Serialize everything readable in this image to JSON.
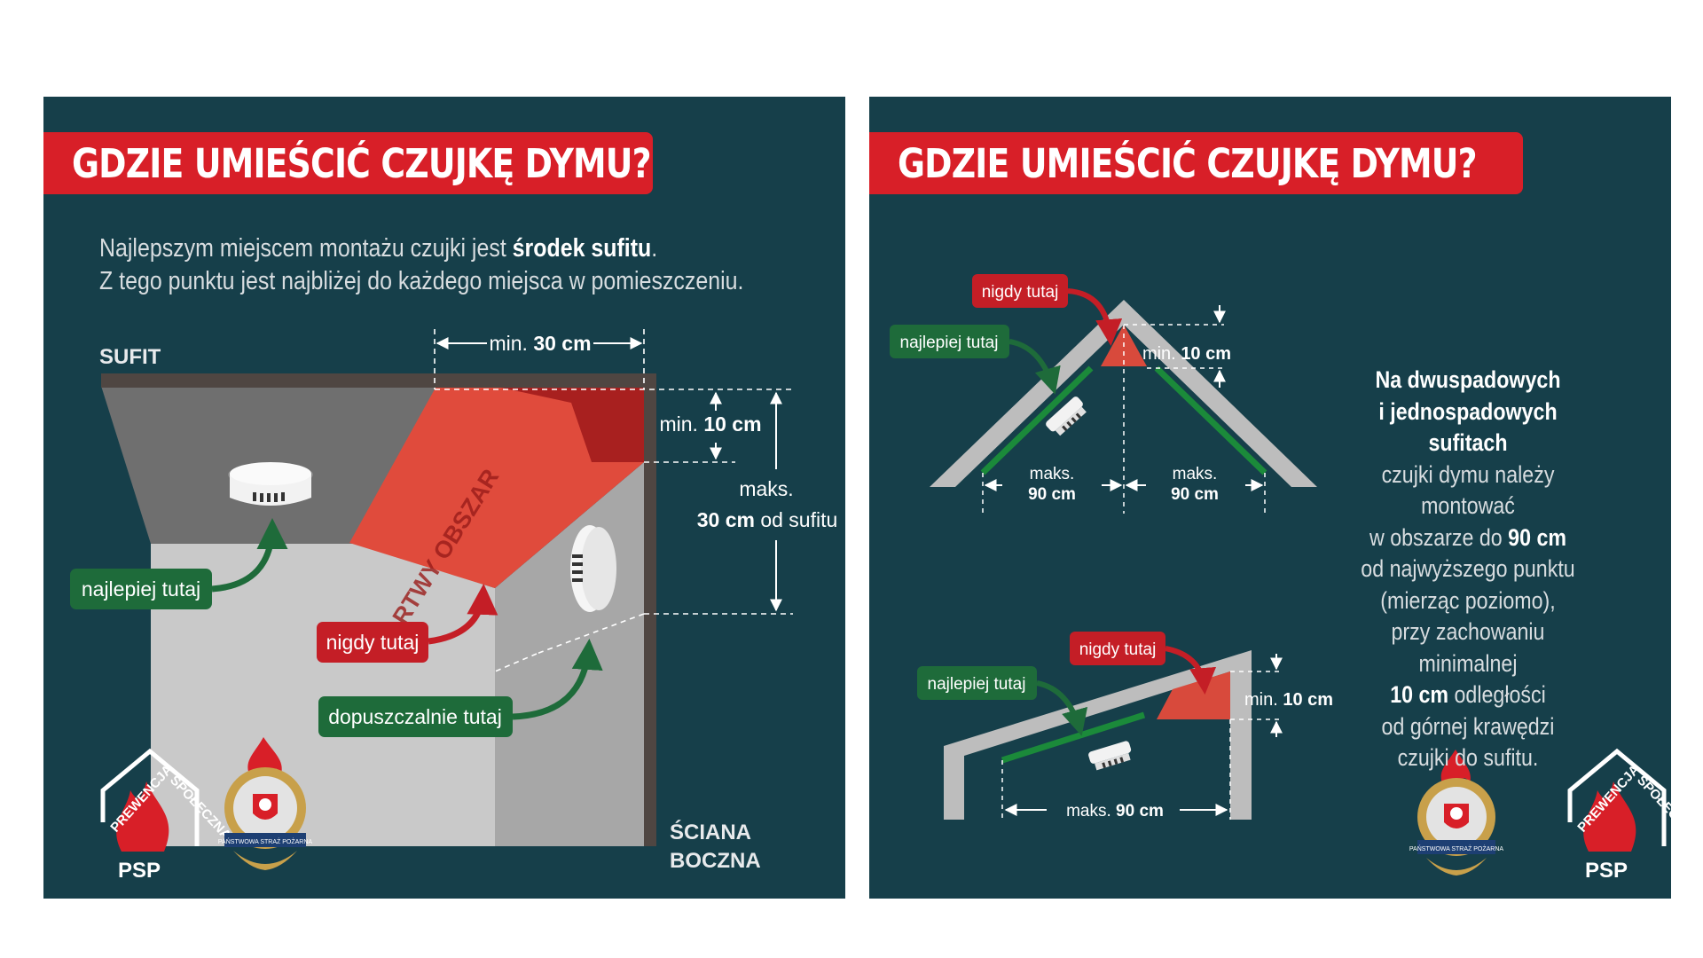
{
  "left": {
    "title": "GDZIE UMIEŚCIĆ CZUJKĘ DYMU?",
    "intro": {
      "line1_pre": "Najlepszym miejscem montażu czujki jest ",
      "line1_bold": "środek sufitu",
      "line1_post": ".",
      "line2": "Z tego punktu jest najbliżej do każdego miejsca w pomieszczeniu."
    },
    "ceiling_label": "SUFIT",
    "wall_label_1": "ŚCIANA",
    "wall_label_2": "BOCZNA",
    "dead_zone_label": "MARTWY OBSZAR",
    "dim_top_prefix": "min.",
    "dim_top_value": "30 cm",
    "dim_small_prefix": "min.",
    "dim_small_value": "10 cm",
    "dim_max_line1": "maks.",
    "dim_max_value": "30 cm",
    "dim_max_suffix": "od sufitu",
    "tag_best": "najlepiej tutaj",
    "tag_never": "nigdy tutaj",
    "tag_allowed": "dopuszczalnie tutaj",
    "logo_prewencja": "PREWENCJA",
    "logo_spoleczna": "SPOŁECZNA",
    "logo_psp": "PSP",
    "emblem_text": "PAŃSTWOWA STRAŻ POŻARNA"
  },
  "right": {
    "title": "GDZIE UMIEŚCIĆ CZUJKĘ DYMU?",
    "tag_never": "nigdy tutaj",
    "tag_best": "najlepiej tutaj",
    "dim_min_prefix": "min.",
    "dim_min_value": "10 cm",
    "dim_maks": "maks.",
    "dim_90": "90 cm",
    "text": {
      "l1": "Na dwuspadowych",
      "l2": "i jednospadowych sufitach",
      "l3": "czujki dymu należy montować",
      "l4_pre": "w obszarze do ",
      "l4_bold": "90 cm",
      "l5": "od najwyższego punktu",
      "l6": "(mierząc poziomo),",
      "l7": "przy zachowaniu minimalnej",
      "l8_bold": "10 cm",
      "l8_post": " odległości",
      "l9": "od górnej krawędzi",
      "l10": "czujki do sufitu."
    },
    "logo_prewencja": "PREWENCJA",
    "logo_spoleczna": "SPOŁECZNA",
    "logo_psp": "PSP",
    "emblem_text": "PAŃSTWOWA STRAŻ POŻARNA"
  },
  "colors": {
    "background": "#163f4a",
    "title_red": "#d81f28",
    "tag_green": "#1e6b3a",
    "tag_red": "#c41e26",
    "dead_zone": "#e04b3c",
    "ceiling_gray": "#6f6f6f",
    "wall_light": "#c9c9c9",
    "roof_gray": "#bdbdbd",
    "green_band": "#1b8a3a"
  }
}
